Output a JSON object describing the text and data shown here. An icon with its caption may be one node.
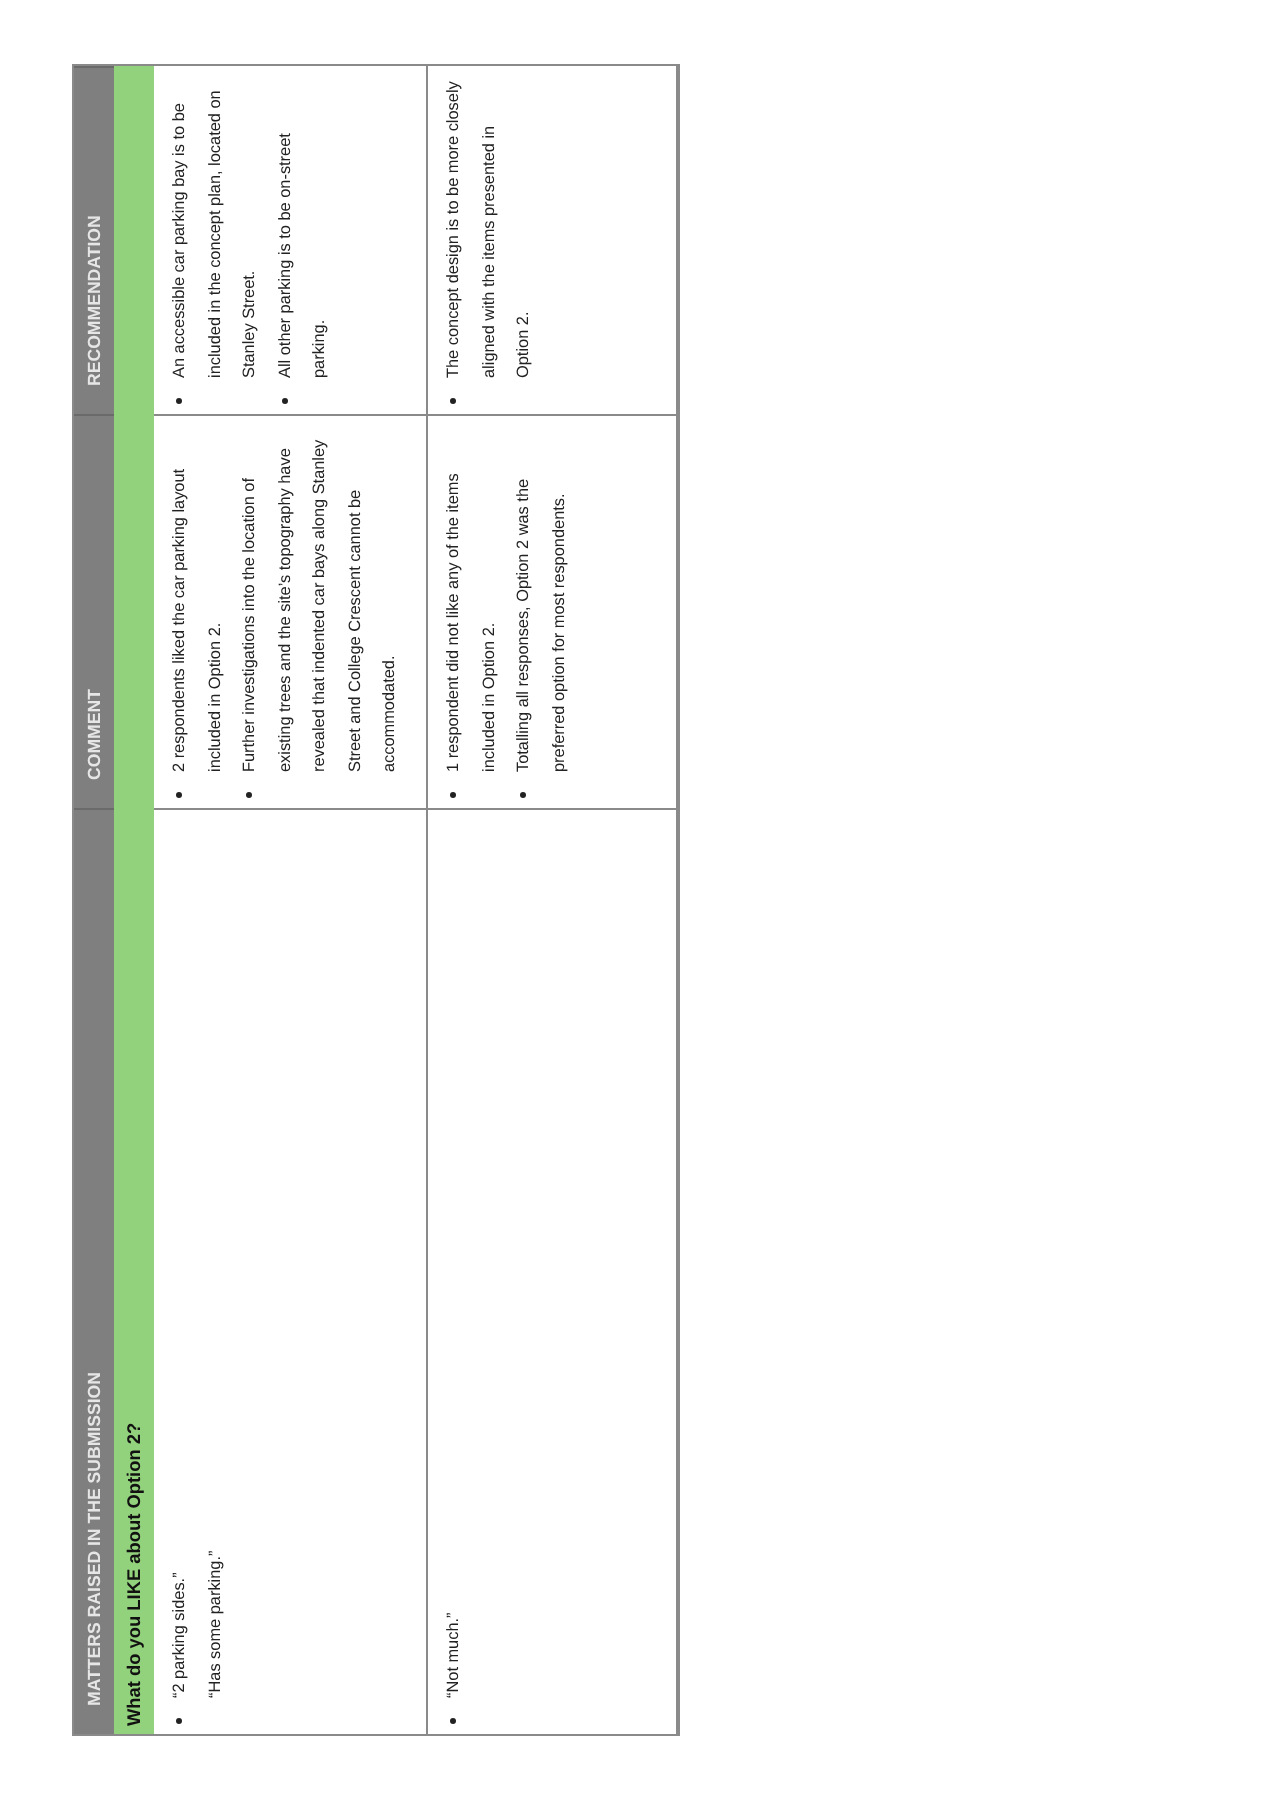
{
  "diagram": {
    "labels": [
      "MATTERS RAISED IN THE SUBMISSION",
      "COMMENT",
      "RECOMMENDATION",
      "What do you LIKE about Option 2?",
      "“2 parking sides.”",
      "“Has some parking.”",
      "2 respondents liked the car parking layout included in Option 2.",
      "Further investigations into the location of existing trees and the site’s topography have revealed that indented car bays along Stanley Street and College Crescent cannot be accommodated.",
      "An accessible car parking bay is to be included in the concept plan, located on Stanley Street.",
      "All other parking is to be on-street parking.",
      "“Not much.”",
      "1 respondent did not like any of the items included in Option 2.",
      "Totalling all responses, Option 2 was the preferred option for most respondents.",
      "The concept design is to be more closely aligned with the items presented in Option 2."
    ]
  }
}
